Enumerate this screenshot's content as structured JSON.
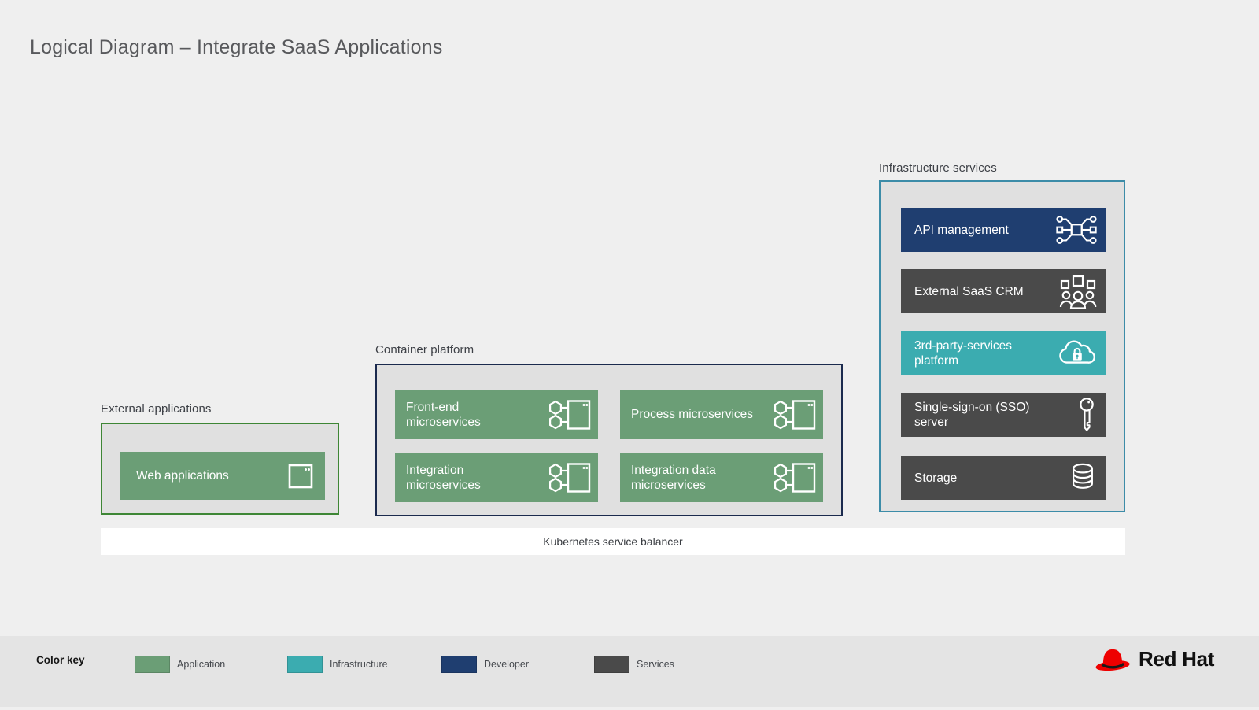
{
  "page": {
    "title": "Logical Diagram – Integrate SaaS Applications",
    "brand": "Red Hat"
  },
  "colors": {
    "application": "#6B9E76",
    "infrastructure": "#3BACB0",
    "developer": "#1F3E70",
    "services": "#4A4A4A",
    "application_group_border": "#3E8635",
    "container_group_border": "#1B2A4E",
    "infrastructure_group_border": "#3C8CA8",
    "group_fill": "#E0E0E0",
    "page_bg": "#EFEFEF",
    "footer_bg": "#E4E4E4",
    "balancer_bg": "#FFFFFF",
    "redhat_red": "#EE0000"
  },
  "groups": {
    "external": {
      "label": "External applications",
      "items": [
        {
          "label": "Web applications",
          "icon": "window-icon",
          "category": "application"
        }
      ]
    },
    "container": {
      "label": "Container platform",
      "items": [
        {
          "label": "Front-end\nmicroservices",
          "icon": "microservices-icon",
          "category": "application"
        },
        {
          "label": "Process microservices",
          "icon": "microservices-icon",
          "category": "application"
        },
        {
          "label": "Integration\nmicroservices",
          "icon": "microservices-icon",
          "category": "application"
        },
        {
          "label": "Integration data\nmicroservices",
          "icon": "microservices-icon",
          "category": "application"
        }
      ]
    },
    "infrastructure": {
      "label": "Infrastructure services",
      "items": [
        {
          "label": "API management",
          "icon": "api-icon",
          "category": "developer"
        },
        {
          "label": "External SaaS CRM",
          "icon": "crm-icon",
          "category": "services"
        },
        {
          "label": "3rd-party-services\nplatform",
          "icon": "cloud-lock-icon",
          "category": "infrastructure"
        },
        {
          "label": "Single-sign-on (SSO)\nserver",
          "icon": "key-icon",
          "category": "services"
        },
        {
          "label": "Storage",
          "icon": "storage-icon",
          "category": "services"
        }
      ]
    }
  },
  "balancer": {
    "label": "Kubernetes service balancer"
  },
  "footer": {
    "color_key_label": "Color key",
    "legend": [
      {
        "label": "Application",
        "category": "application",
        "color": "#6B9E76"
      },
      {
        "label": "Infrastructure",
        "category": "infrastructure",
        "color": "#3BACB0"
      },
      {
        "label": "Developer",
        "category": "developer",
        "color": "#1F3E70"
      },
      {
        "label": "Services",
        "category": "services",
        "color": "#4A4A4A"
      }
    ]
  }
}
